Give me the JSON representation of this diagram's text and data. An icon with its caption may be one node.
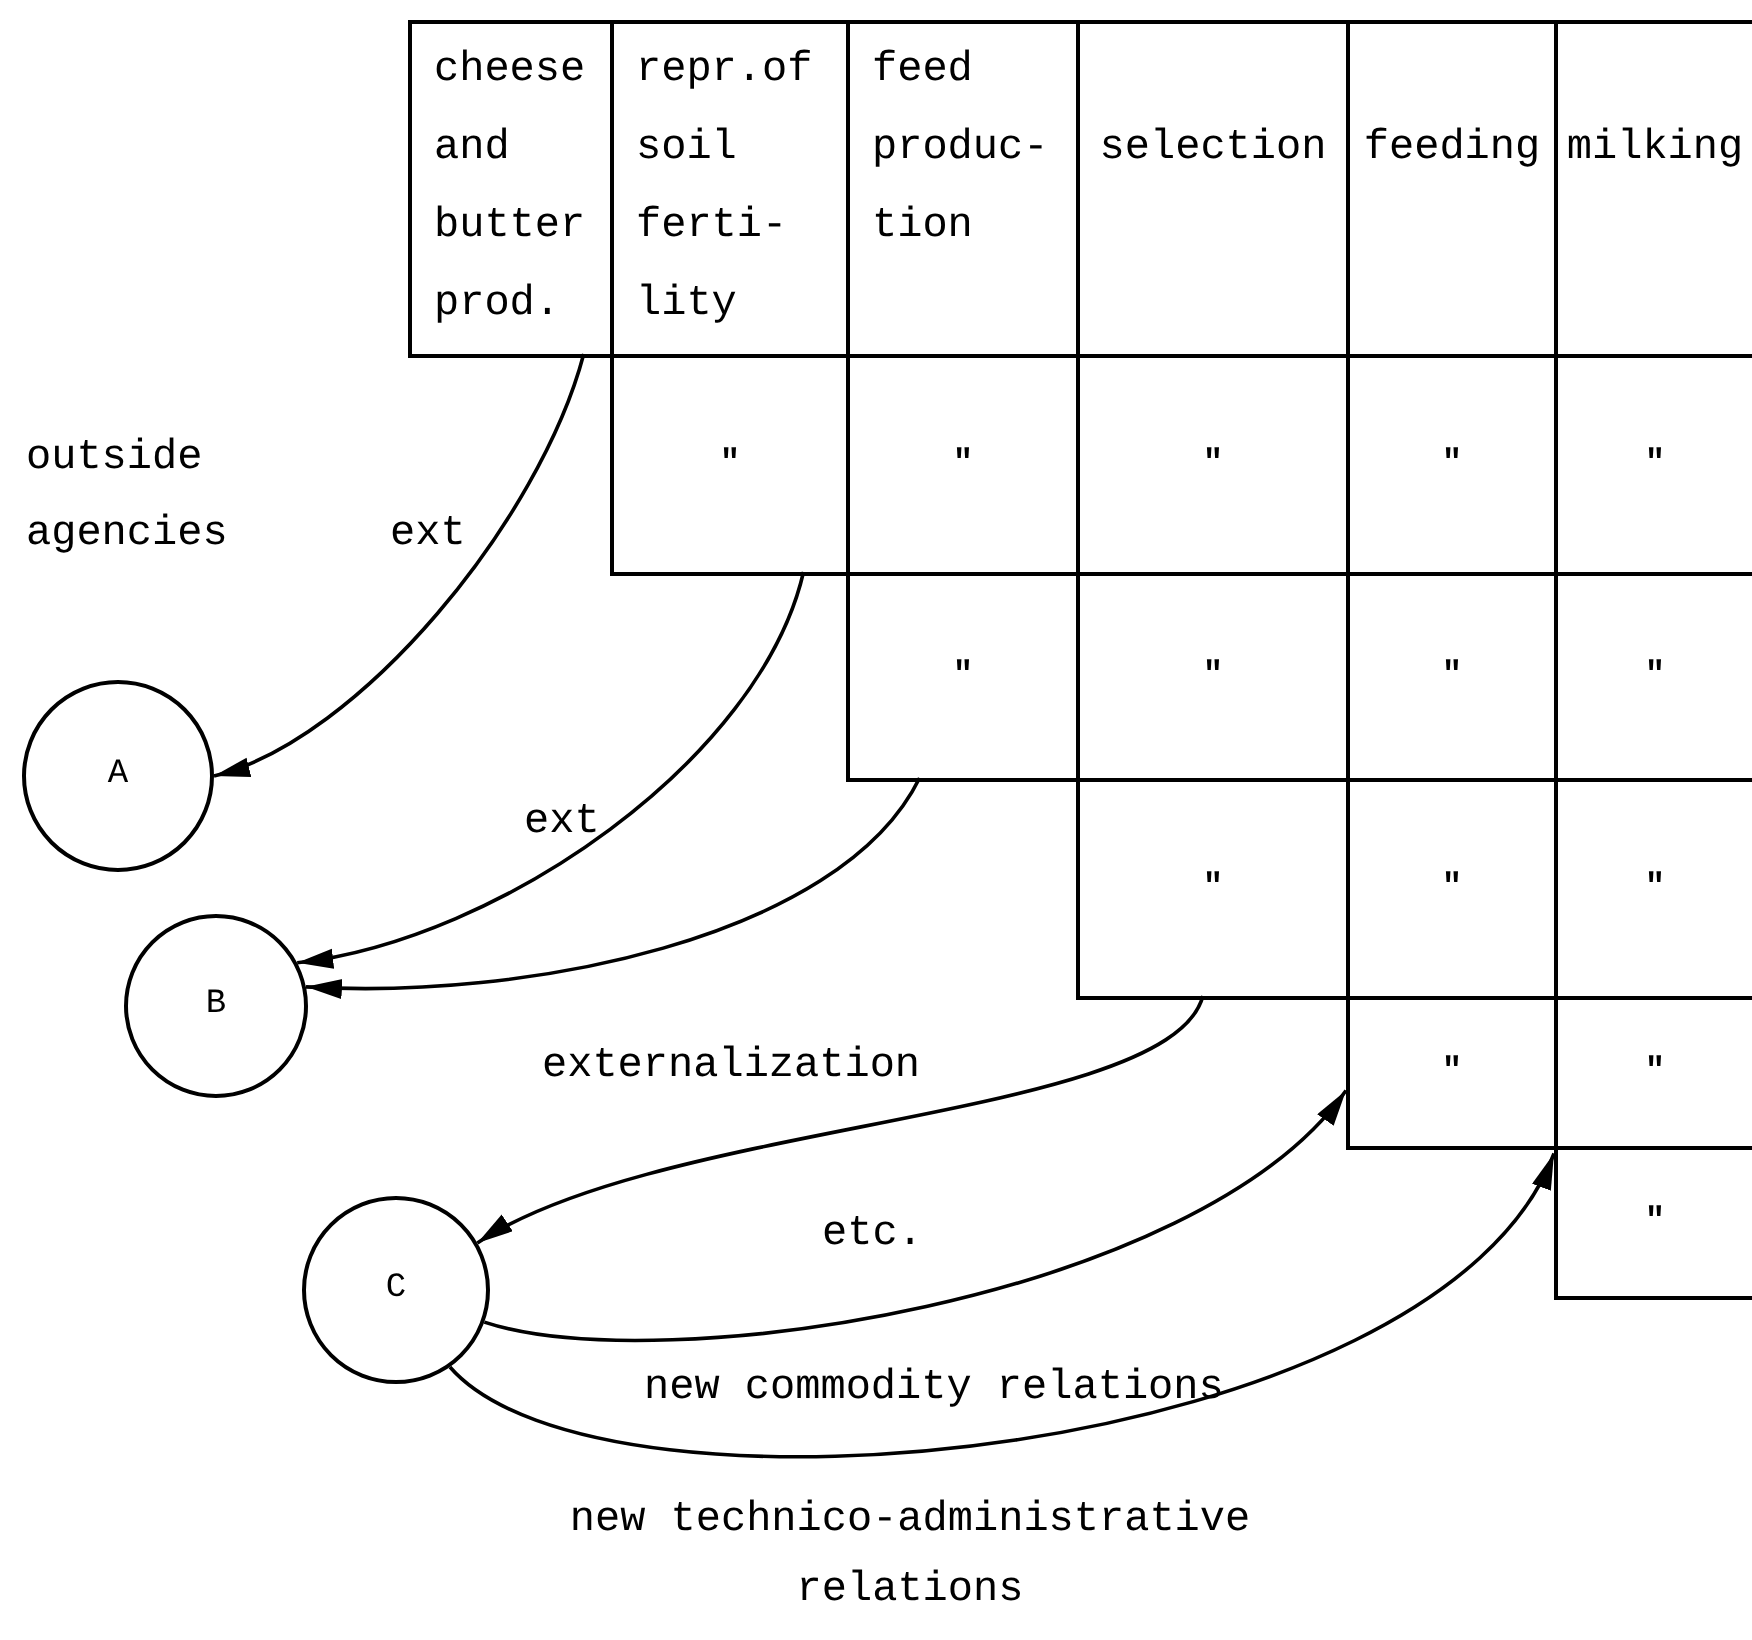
{
  "diagram": {
    "nodes": [
      {
        "text": [
          "cheese and butter prod."
        ]
      },
      {
        "text": [
          "repr.of soil ferti- lity"
        ]
      },
      {
        "text": [
          "feed produc- tion"
        ]
      },
      {
        "text": [
          "selection"
        ]
      },
      {
        "text": [
          "feeding"
        ]
      },
      {
        "text": [
          "milking"
        ]
      },
      {
        "text": [
          "\""
        ]
      },
      {
        "text": [
          "\""
        ]
      },
      {
        "text": [
          "\""
        ]
      },
      {
        "text": [
          "\""
        ]
      },
      {
        "text": [
          "\""
        ]
      },
      {
        "text": [
          "\""
        ]
      },
      {
        "text": [
          "\""
        ]
      },
      {
        "text": [
          "\""
        ]
      },
      {
        "text": [
          "\""
        ]
      },
      {
        "text": [
          "\""
        ]
      },
      {
        "text": [
          "\""
        ]
      },
      {
        "text": [
          "\""
        ]
      },
      {
        "text": [
          "\""
        ]
      },
      {
        "text": [
          "\""
        ]
      },
      {
        "text": [
          "\""
        ]
      },
      {
        "text": [
          "A"
        ]
      },
      {
        "text": [
          "B"
        ]
      },
      {
        "text": [
          "C"
        ]
      }
    ],
    "edges": [
      {
        "from": 0,
        "to": 21,
        "arrow": "to"
      },
      {
        "from": 6,
        "to": 22,
        "arrow": "to"
      },
      {
        "from": 11,
        "to": 22,
        "arrow": "to"
      },
      {
        "from": 15,
        "to": 23,
        "arrow": "to"
      },
      {
        "from": 23,
        "to": 18,
        "arrow": "to"
      },
      {
        "from": 23,
        "to": 20,
        "arrow": "to"
      }
    ],
    "labels": [
      "outside agencies",
      "ext",
      "ext",
      "externalization",
      "etc.",
      "new commodity relations",
      "new technico-administrative relations"
    ]
  }
}
